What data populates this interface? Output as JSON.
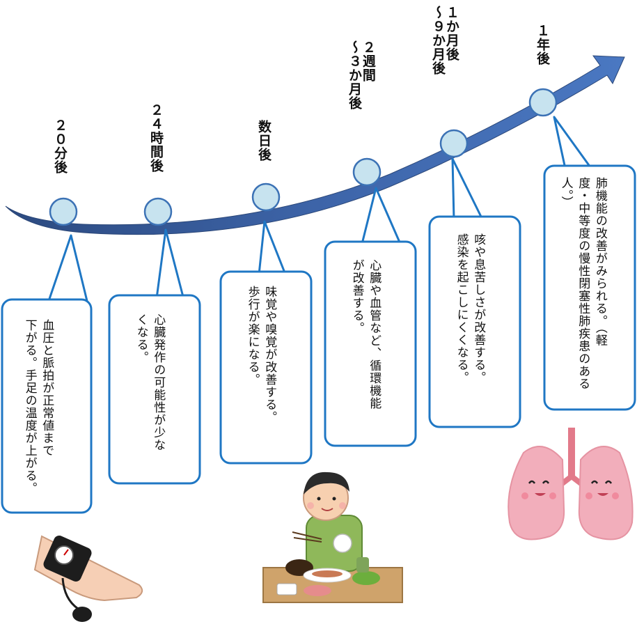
{
  "timeline": {
    "stages": [
      {
        "label": "２０分後",
        "text": "血圧と脈拍が正常値まで\n下がる。手足の温度が上がる。"
      },
      {
        "label": "２４時間後",
        "text": "心臓発作の可能性が少な\nくなる。"
      },
      {
        "label": "数日後",
        "text": "味覚や嗅覚が改善する。\n歩行が楽になる。"
      },
      {
        "label": "２週間\n～３か月後",
        "text": "心臓や血管など、循環機能\nが改善する。"
      },
      {
        "label": "１か月後\n～９か月後",
        "text": "咳や息苦しさが改善する。\n感染を起こしにくくなる。"
      },
      {
        "label": "１年後",
        "text": "肺機能の改善がみられる。（軽\n度・中等度の慢性閉塞性肺疾患のある\n人。）"
      }
    ]
  },
  "colors": {
    "arrow": "#3a5f9e",
    "circle_fill": "#c7e3ef",
    "circle_stroke": "#3c72b5",
    "card_stroke": "#1f77c4"
  },
  "illustrations": [
    "blood-pressure-cuff-icon",
    "person-eating-meal-icon",
    "smiling-lungs-icon"
  ]
}
